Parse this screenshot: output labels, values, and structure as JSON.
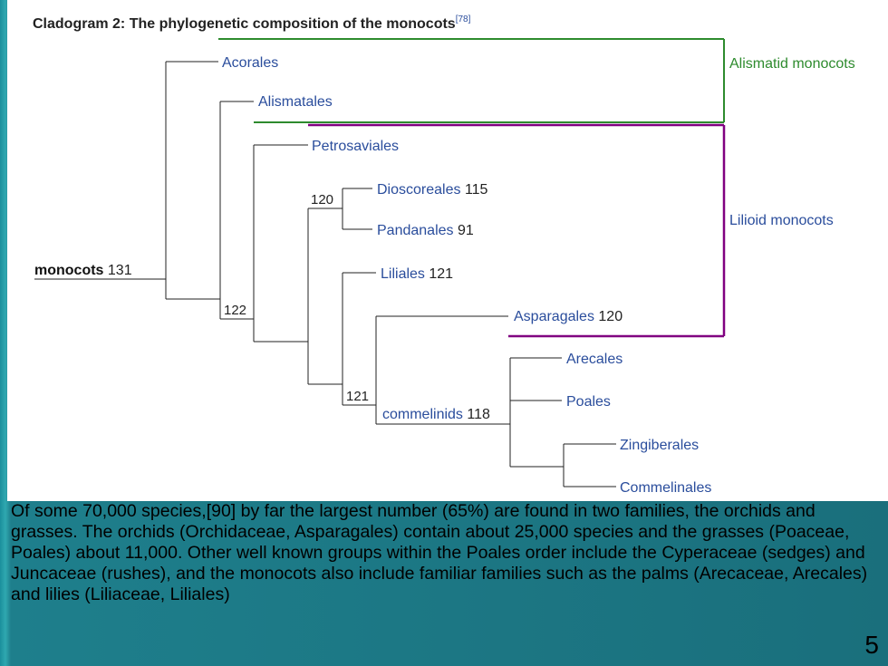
{
  "title": "Cladogram 2: The phylogenetic composition of the monocots",
  "citation": "[78]",
  "root": {
    "label": "monocots",
    "num": "131"
  },
  "taxa": {
    "acorales": "Acorales",
    "alismatales": "Alismatales",
    "petrosaviales": "Petrosaviales",
    "dioscoreales": {
      "label": "Dioscoreales",
      "num": "115"
    },
    "pandanales": {
      "label": "Pandanales",
      "num": "91"
    },
    "liliales": {
      "label": "Liliales",
      "num": "121"
    },
    "asparagales": {
      "label": "Asparagales",
      "num": "120"
    },
    "commelinids": {
      "label": "commelinids",
      "num": "118"
    },
    "arecales": "Arecales",
    "poales": "Poales",
    "zingiberales": "Zingiberales",
    "commelinales": "Commelinales"
  },
  "node_numbers": {
    "n122": "122",
    "n120": "120",
    "n121": "121"
  },
  "groups": {
    "alismatid": {
      "label": "Alismatid monocots",
      "color": "#2e8b2e"
    },
    "lilioid": {
      "label": "Lilioid monocots",
      "color": "#800080"
    }
  },
  "caption": "Of some 70,000 species,[90] by far the largest number (65%) are found in two families, the orchids and grasses. The orchids (Orchidaceae, Asparagales) contain about 25,000 species and the grasses (Poaceae, Poales) about 11,000. Other well known groups within the Poales order include the Cyperaceae (sedges) and Juncaceae (rushes), and the monocots also include familiar families such as the palms (Arecaceae, Arecales) and lilies (Liliaceae, Liliales)",
  "slide_number": "5"
}
